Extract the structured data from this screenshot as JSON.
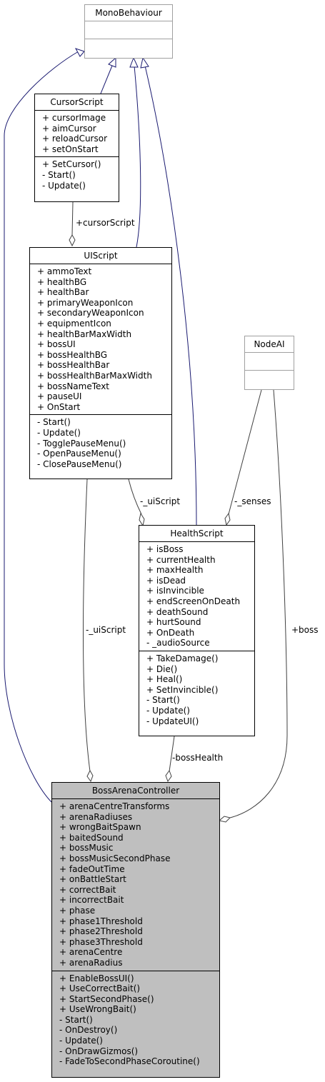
{
  "classes": {
    "monobehaviour": {
      "name": "MonoBehaviour",
      "attributes": [],
      "methods": []
    },
    "cursorscript": {
      "name": "CursorScript",
      "attributes": [
        "+ cursorImage",
        "+ aimCursor",
        "+ reloadCursor",
        "+ setOnStart"
      ],
      "methods": [
        "+ SetCursor()",
        "- Start()",
        "- Update()"
      ]
    },
    "uiscript": {
      "name": "UIScript",
      "attributes": [
        "+ ammoText",
        "+ healthBG",
        "+ healthBar",
        "+ primaryWeaponIcon",
        "+ secondaryWeaponIcon",
        "+ equipmentIcon",
        "+ healthBarMaxWidth",
        "+ bossUI",
        "+ bossHealthBG",
        "+ bossHealthBar",
        "+ bossHealthBarMaxWidth",
        "+ bossNameText",
        "+ pauseUI",
        "+ OnStart"
      ],
      "methods": [
        "- Start()",
        "- Update()",
        "- TogglePauseMenu()",
        "- OpenPauseMenu()",
        "- ClosePauseMenu()"
      ]
    },
    "nodeai": {
      "name": "NodeAI",
      "attributes": [],
      "methods": []
    },
    "healthscript": {
      "name": "HealthScript",
      "attributes": [
        "+ isBoss",
        "+ currentHealth",
        "+ maxHealth",
        "+ isDead",
        "+ isInvincible",
        "+ endScreenOnDeath",
        "+ deathSound",
        "+ hurtSound",
        "+ OnDeath",
        "- _audioSource"
      ],
      "methods": [
        "+ TakeDamage()",
        "+ Die()",
        "+ Heal()",
        "+ SetInvincible()",
        "- Start()",
        "- Update()",
        "- UpdateUI()"
      ]
    },
    "bossarenacontroller": {
      "name": "BossArenaController",
      "attributes": [
        "+ arenaCentreTransforms",
        "+ arenaRadiuses",
        "+ wrongBaitSpawn",
        "+ baitedSound",
        "+ bossMusic",
        "+ bossMusicSecondPhase",
        "+ fadeOutTime",
        "+ onBattleStart",
        "+ correctBait",
        "+ incorrectBait",
        "+ phase",
        "+ phase1Threshold",
        "+ phase2Threshold",
        "+ phase3Threshold",
        "+ arenaCentre",
        "+ arenaRadius"
      ],
      "methods": [
        "+ EnableBossUI()",
        "+ UseCorrectBait()",
        "+ StartSecondPhase()",
        "+ UseWrongBait()",
        "- Start()",
        "- OnDestroy()",
        "- Update()",
        "- OnDrawGizmos()",
        "- FadeToSecondPhaseCoroutine()"
      ]
    }
  },
  "labels": {
    "cursorScript": "+cursorScript",
    "uiScriptToHealth": "-_uiScript",
    "senses": "-_senses",
    "uiScriptToBoss": "-_uiScript",
    "bossHealth": "-bossHealth",
    "boss": "+boss"
  },
  "colors": {
    "inheritance": "#191970",
    "association": "#404040",
    "externalBorder": "#a0a0a0",
    "focusFill": "#bfbfbf"
  }
}
